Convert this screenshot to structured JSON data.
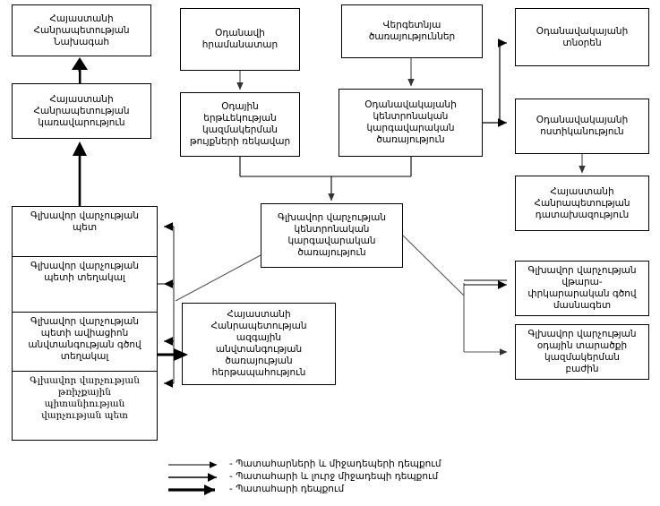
{
  "diagram": {
    "title_text": "",
    "colors": {
      "line": "#000000",
      "thin_line": "#555555",
      "box_border": "#000000",
      "background": "#ffffff",
      "text": "#000000"
    },
    "boxes": {
      "president": "Հայաստանի\nՀանրապետության\nՆախագահ",
      "government": "Հայաստանի\nՀանրապետության\nկառավարություն",
      "air_dispatcher": "Օդանավի\nհրամանատար",
      "atc_chief": "Օդային\nերթևեկության\nկազմակերման\nթույքների ռեկավար",
      "vergetnya": "Վերգետնյա\nծառայություններ",
      "aviation_central": "Օդանավակայանի\nկենտրոնական\nկարգավարական\nծառայություն",
      "aviation_director": "Օդանավակայանի\nտնօրեն",
      "aviation_police": "Օդանավակայանի\nոստիկանություն",
      "prosecutor": "Հայաստանի\nՀանրապետության\nդատախազություն",
      "main_central_service": "Գլխավոր վարչության\nկենտրոնական\nկարգավարական\nծառայություն",
      "national_safety": "Հայաստանի\nՀանրապետության\nազգային\nանվտանգության\nծառայության\nհերթապահություն",
      "medical_center": "Գլխավոր վարչության\nվթարա-\nփրկարարական գծով\nմասնագետ",
      "air_transport_dept": "Գլխավոր վարչության\nօդային տարածքի\nկազմակերման\nբաժին"
    },
    "left_stack": [
      "Գլխավոր վարչության\nպետ",
      "Գլխավոր վարչության\nպետի տեղակալ",
      "Գլխավոր վարչության\nպետի ավիացիոն\nանվտանգության գծով\nտեղակալ",
      "Գլխավոր վարչության\nթռիչքային\nպիտանիության\nվարչության պետ"
    ],
    "legend": {
      "items": [
        {
          "style": "thin",
          "label": "- Պատահարների և միջադեպերի դեպքում"
        },
        {
          "style": "medium",
          "label": "- Պատահարի և լուրջ միջադեպի դեպքում"
        },
        {
          "style": "thick",
          "label": "- Պատահարի դեպքում"
        }
      ]
    }
  }
}
